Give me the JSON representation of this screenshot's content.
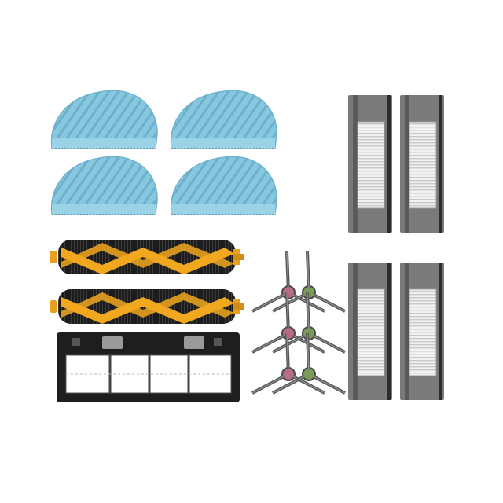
{
  "image": {
    "subject": "robot-vacuum-replacement-parts-kit",
    "background_color": "#ffffff"
  },
  "parts": {
    "mop_pads": {
      "count": 4,
      "color": "#86c8e0",
      "stripe_color": "#5f9ab8"
    },
    "main_brushes": {
      "count": 2,
      "blade_color": "#f2a81e",
      "bristle_color": "#1c1c1c",
      "cap_color": "#e8a020"
    },
    "brush_cover": {
      "count": 1,
      "color": "#1e1e1e",
      "clip_color": "#9a9a9a"
    },
    "side_brushes": {
      "count": 6,
      "hub_colors": [
        "#b86c86",
        "#7a9a5a"
      ],
      "arm_color": "#4a4a4a"
    },
    "hepa_filters": {
      "count": 4,
      "frame_color": "#6e6e6e",
      "media_color": "#ededed"
    }
  }
}
